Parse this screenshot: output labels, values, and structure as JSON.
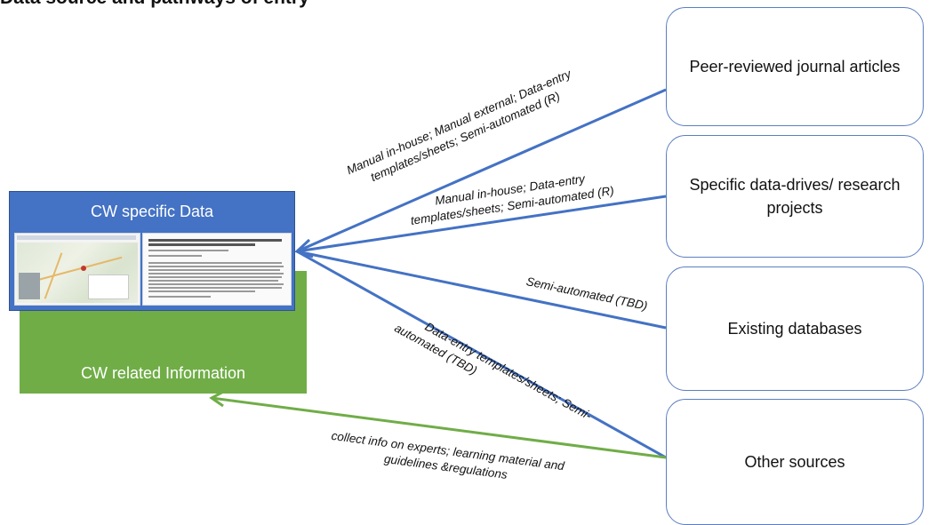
{
  "title": "Data source and pathways of entry",
  "targets": {
    "specific": "CW specific Data",
    "related": "CW related Information"
  },
  "sources": [
    {
      "label": "Peer-reviewed journal articles"
    },
    {
      "label": "Specific data-drives/ research projects"
    },
    {
      "label": "Existing databases"
    },
    {
      "label": "Other sources"
    }
  ],
  "pathways": {
    "p1": {
      "line1": "Manual in-house; Manual external; Data-entry",
      "line2": "templates/sheets; Semi-automated (R)"
    },
    "p2": {
      "line1": "Manual in-house; Data-entry",
      "line2": "templates/sheets; Semi-automated (R)"
    },
    "p3": {
      "line1": "Semi-automated (TBD)"
    },
    "p4": {
      "line1": "Data-entry templates/sheets; Semi-",
      "line2": "automated (TBD)"
    },
    "p5": {
      "line1": "collect info on experts; learning material and",
      "line2": "guidelines &regulations"
    }
  },
  "colors": {
    "blue_link": "#4472c4",
    "green_link": "#70ad47",
    "blue_box": "#4472c4",
    "green_box": "#70ad47",
    "source_border": "#5b7fc0"
  }
}
